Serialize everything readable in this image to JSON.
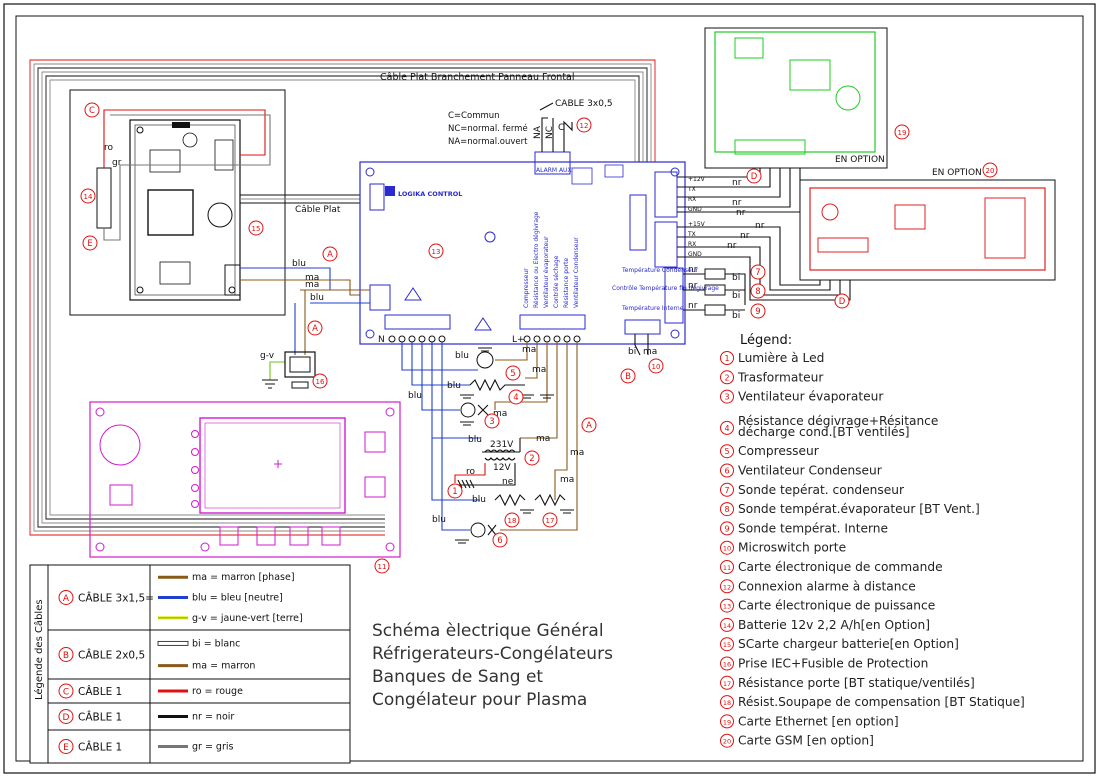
{
  "header": {
    "flat_cable_title": "Câble Plat Branchement Panneau Frontal",
    "flat_cable_label": "Câble Plat",
    "cable_3x05": "CABLE 3x0,5",
    "relay_defs": [
      "C=Commun",
      "NC=normal. fermé",
      "NA=normal.ouvert"
    ],
    "relay_pins": [
      "NA",
      "NC",
      "C"
    ],
    "option_label_top": "EN OPTION",
    "option_label_mid": "EN OPTION"
  },
  "board_labels": {
    "main_brand": "LOGIKA CONTROL",
    "alarm": "ALARM AUX",
    "temp_cond": "Température Condenseur",
    "temp_evap": "Contrôle Température fin dégivrage",
    "temp_int": "Température Interne",
    "out_labels": [
      "Compresseur",
      "Résistance ou Electro dégivrage",
      "Ventilateur évaporateur",
      "Contrôle séchage",
      "Résistance porte",
      "Ventilateur Condenseur"
    ],
    "eth_pins": [
      "+12V",
      "TX",
      "RX",
      "GND"
    ],
    "gsm_pins": [
      "+15V",
      "TX",
      "RX",
      "GND"
    ],
    "terminal_n": "N",
    "terminal_l": "L",
    "l_plus": "L+"
  },
  "wire_labels": {
    "blu": "blu",
    "ma": "ma",
    "nr": "nr",
    "bi": "bi",
    "ro": "ro",
    "gr": "gr",
    "gv": "g-v",
    "ne": "ne",
    "v230": "231V",
    "v12": "12V"
  },
  "callouts": [
    "1",
    "2",
    "3",
    "4",
    "5",
    "6",
    "7",
    "8",
    "9",
    "10",
    "11",
    "12",
    "13",
    "14",
    "15",
    "16",
    "17",
    "18",
    "19",
    "20"
  ],
  "letters": [
    "A",
    "B",
    "C",
    "D",
    "E"
  ],
  "legend": {
    "title": "Légend:",
    "items": [
      "Lumière à Led",
      "Trasformateur",
      "Ventilateur évaporateur",
      "Résistance dégivrage+Résitance",
      "décharge cond.[BT ventilés]",
      "Compresseur",
      "Ventilateur Condenseur",
      "Sonde tepérat. condenseur",
      "Sonde températ.évaporateur [BT Vent.]",
      "Sonde températ. Interne",
      "Microswitch porte",
      "Carte électronique de commande",
      "Connexion alarme à distance",
      "Carte électronique de puissance",
      "Batterie 12v 2,2 A/h[en Option]",
      "SCarte chargeur batterie[en Option]",
      "Prise IEC+Fusible de Protection",
      "Résistance porte [BT statique/ventilés]",
      "Résist.Soupape de compensation [BT Statique]",
      "Carte Ethernet [en option]",
      "Carte GSM [en option]"
    ]
  },
  "cable_legend": {
    "side_title": "Légende des Câbles",
    "rows": [
      {
        "letter": "A",
        "name": "CÂBLE 3x1,5=",
        "entries": [
          "ma = marron [phase]",
          "blu = bleu [neutre]",
          "g-v = jaune-vert [terre]"
        ]
      },
      {
        "letter": "B",
        "name": "CÂBLE 2x0,5",
        "entries": [
          "bi = blanc",
          "ma = marron"
        ]
      },
      {
        "letter": "C",
        "name": "CÂBLE 1",
        "entries": [
          "ro = rouge"
        ]
      },
      {
        "letter": "D",
        "name": "CÂBLE 1",
        "entries": [
          "nr = noir"
        ]
      },
      {
        "letter": "E",
        "name": "CÂBLE 1",
        "entries": [
          "gr = gris"
        ]
      }
    ]
  },
  "title_block": [
    "Schéma èlectrique Général",
    "Réfrigerateurs-Congélateurs",
    "Banques de Sang et",
    "Congélateur pour Plasma"
  ],
  "colors": {
    "marron": "#8a5a1a",
    "bleu": "#1f3fd0",
    "jaune_vert": "#6fc21a",
    "rouge": "#e01010",
    "noir": "#111111",
    "gris": "#777777",
    "magenta": "#d21ad2",
    "green_board": "#22cc22",
    "red_board": "#e02020",
    "power_board": "#2a2ad0"
  }
}
